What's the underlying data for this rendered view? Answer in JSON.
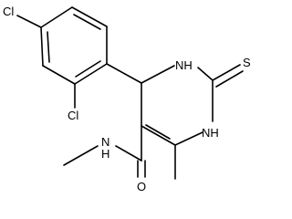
{
  "molecule": {
    "atoms": {
      "cl_top": "Cl",
      "cl_ortho": "Cl",
      "nh_ring_top": "NH",
      "s_thione": "S",
      "nh_ring_bottom": "NH",
      "nh_amide": "N",
      "h_amide": "H",
      "o_carbonyl": "O"
    }
  }
}
